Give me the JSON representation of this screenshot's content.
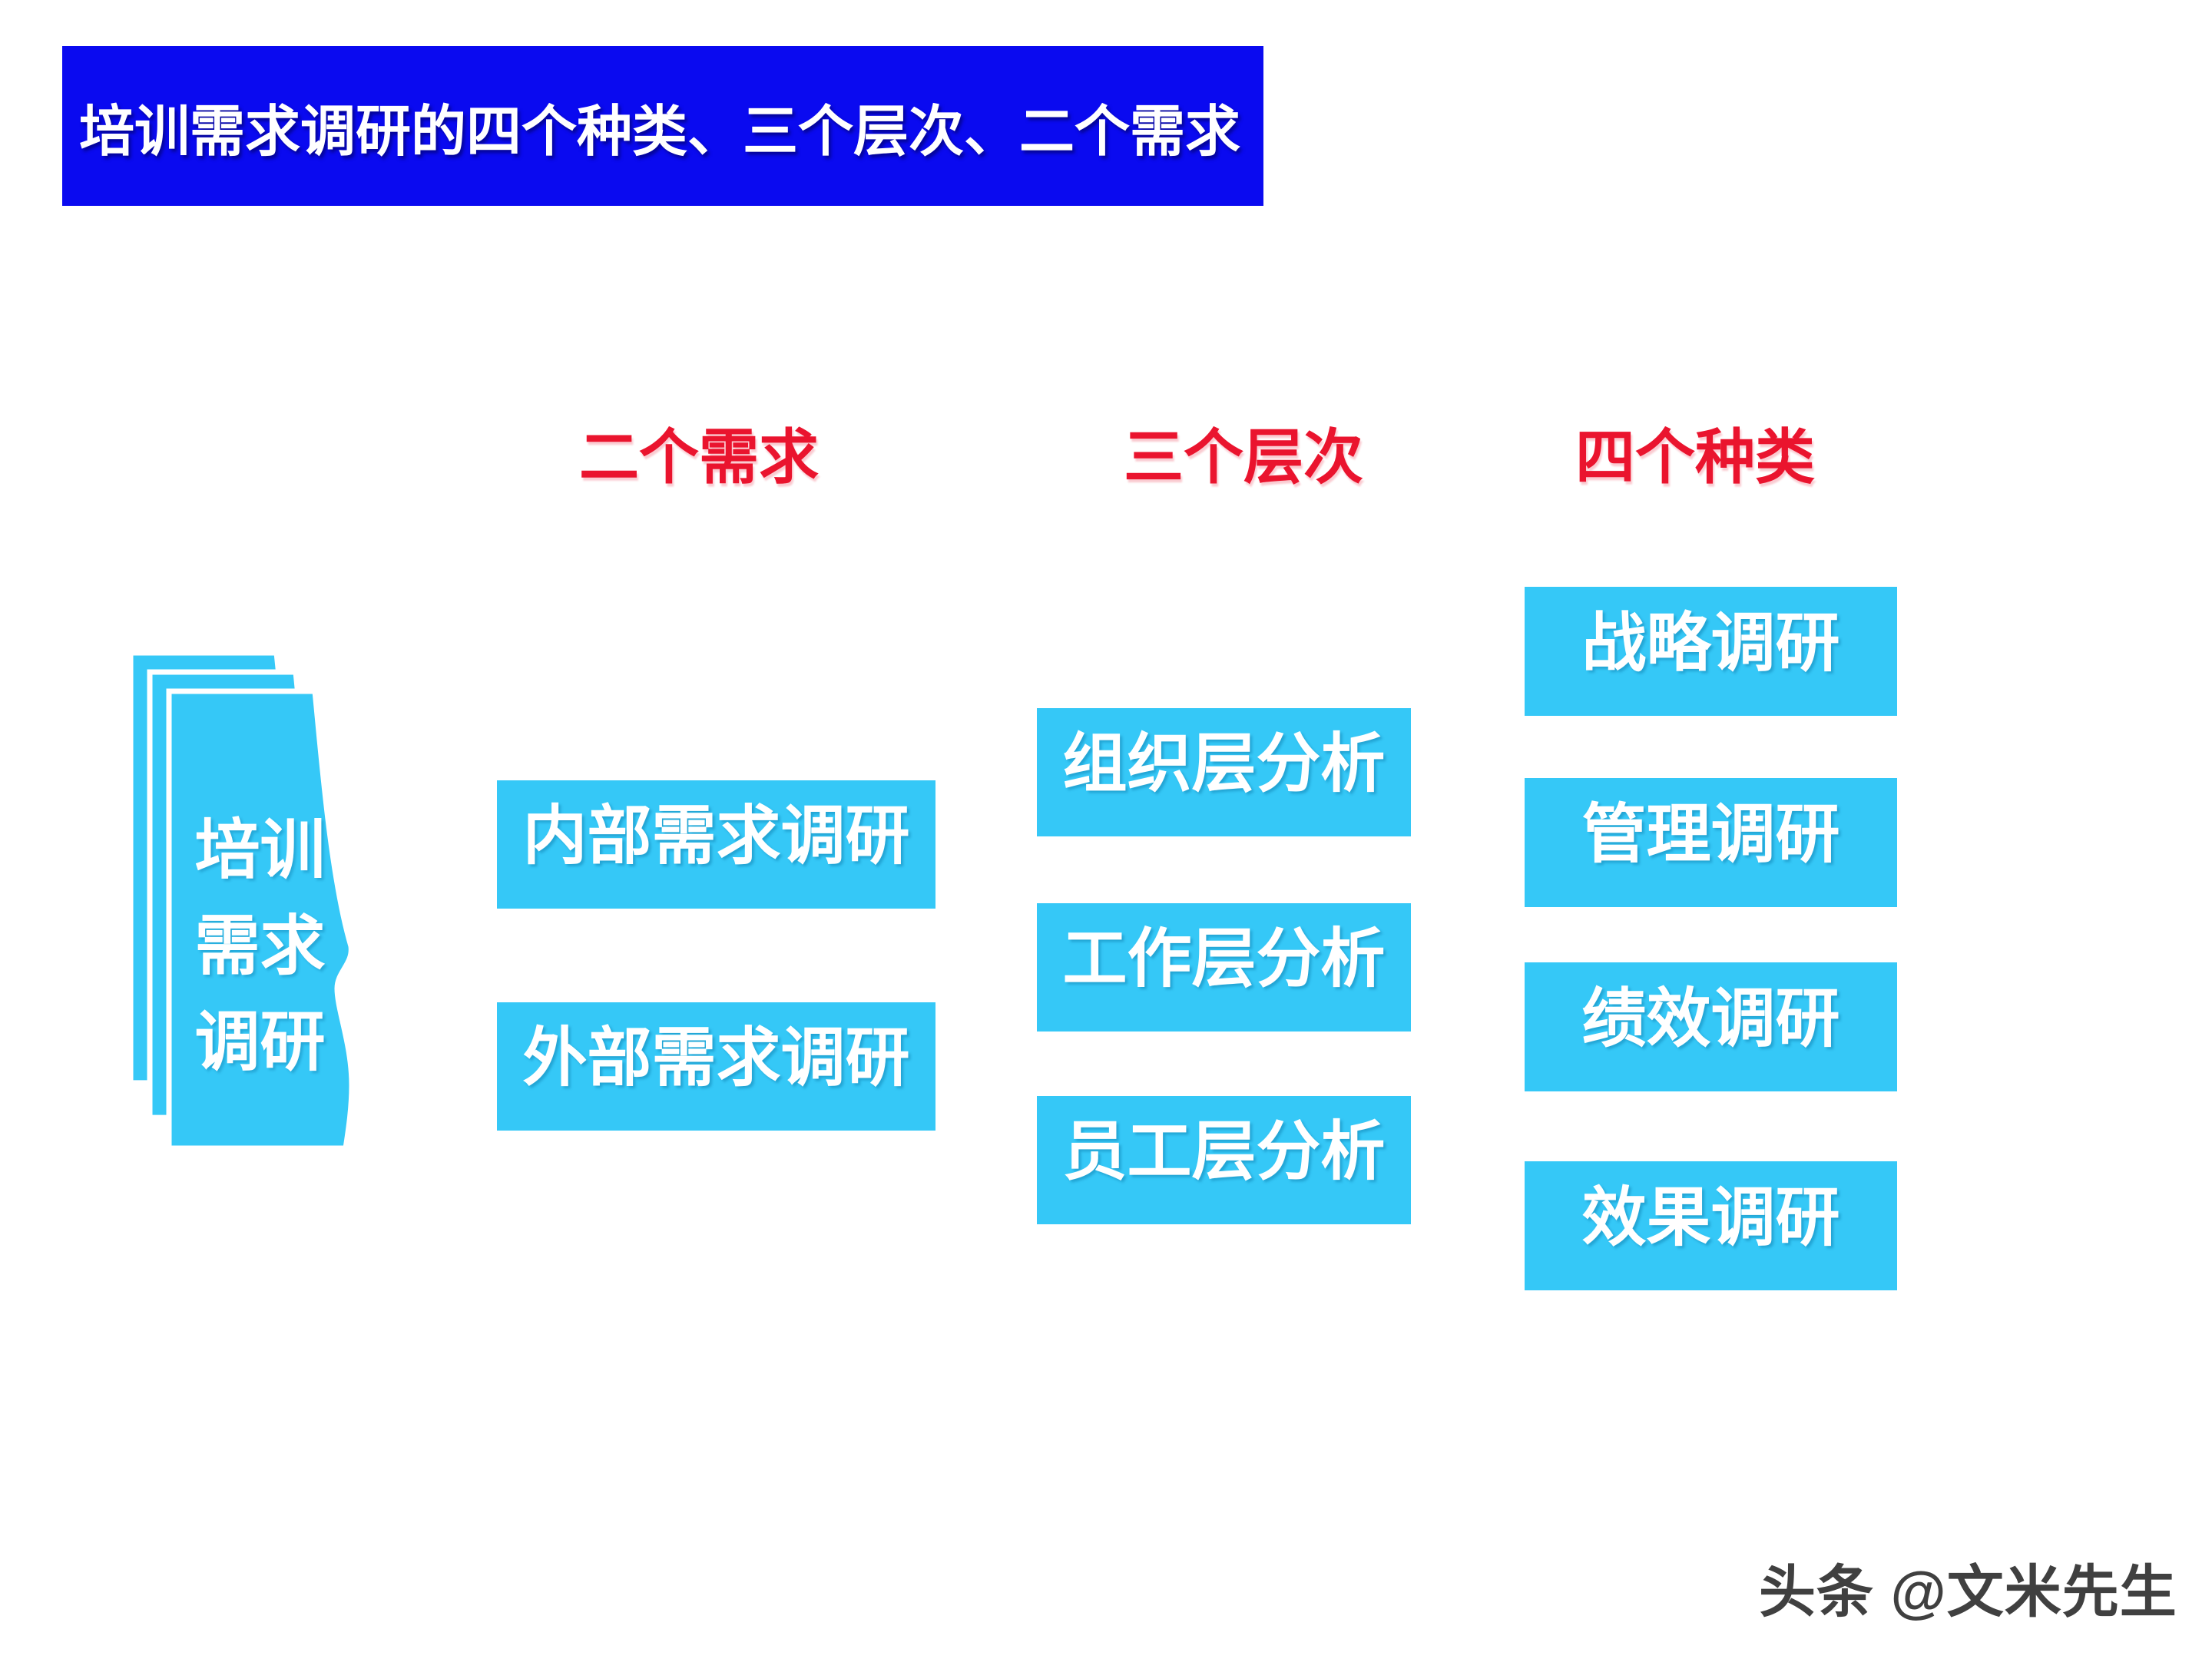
{
  "banner": {
    "title": "培训需求调研的四个种类、三个层次、二个需求"
  },
  "stack": {
    "label": "培训\n需求\n调研"
  },
  "columns": {
    "needs": {
      "header": "二个需求",
      "boxes": [
        {
          "label": "内部需求调研"
        },
        {
          "label": "外部需求调研"
        }
      ]
    },
    "levels": {
      "header": "三个层次",
      "boxes": [
        {
          "label": "组织层分析"
        },
        {
          "label": "工作层分析"
        },
        {
          "label": "员工层分析"
        }
      ]
    },
    "types": {
      "header": "四个种类",
      "boxes": [
        {
          "label": "战略调研"
        },
        {
          "label": "管理调研"
        },
        {
          "label": "绩效调研"
        },
        {
          "label": "效果调研"
        }
      ]
    }
  },
  "watermark": {
    "text": "头条 @文米先生"
  },
  "colors": {
    "banner_blue": "#0a0af0",
    "box_blue": "#35c8f7",
    "heading_red": "#ea142e",
    "text_white": "#ffffff",
    "watermark_gray": "#262626"
  }
}
